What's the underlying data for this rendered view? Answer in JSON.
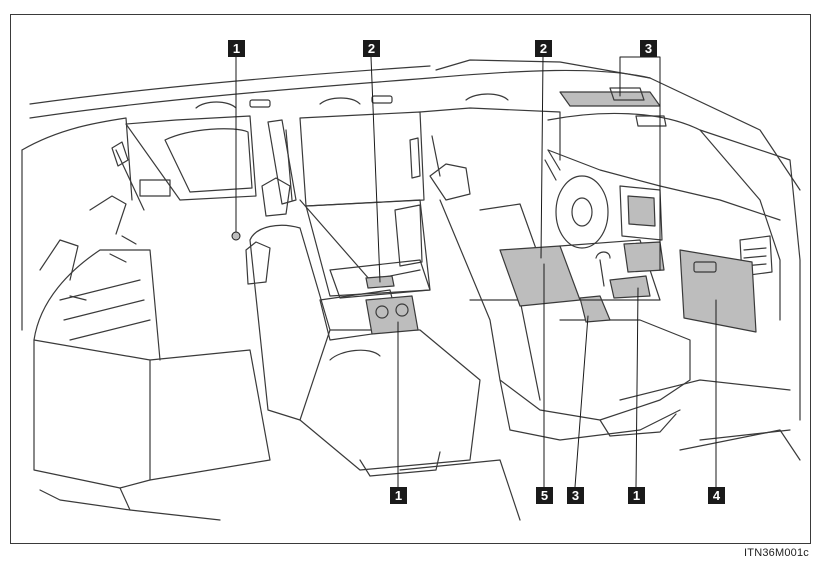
{
  "figure": {
    "code": "ITN36M001c",
    "line_color": "#3a3a3a",
    "shade_color": "#bdbdbd"
  },
  "callouts": [
    {
      "id": "c1",
      "number": "1"
    },
    {
      "id": "c2",
      "number": "2"
    },
    {
      "id": "c3",
      "number": "2"
    },
    {
      "id": "c4",
      "number": "3"
    },
    {
      "id": "c5",
      "number": "1"
    },
    {
      "id": "c6",
      "number": "5"
    },
    {
      "id": "c7",
      "number": "3"
    },
    {
      "id": "c8",
      "number": "1"
    },
    {
      "id": "c9",
      "number": "4"
    }
  ]
}
